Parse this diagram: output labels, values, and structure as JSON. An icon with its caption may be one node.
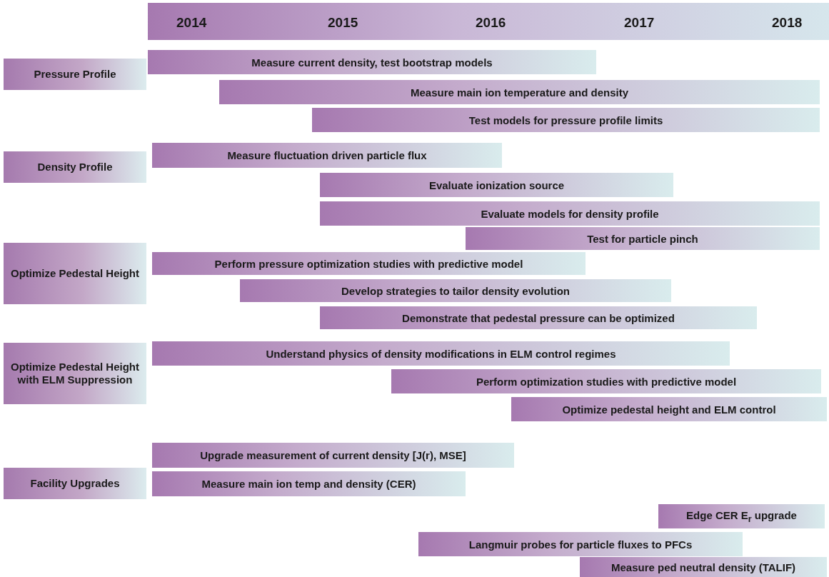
{
  "diagram": {
    "nodes": [
      {
        "text": [
          "Pressure Profile"
        ]
      },
      {
        "text": [
          "Measure current density, test bootstrap models"
        ]
      },
      {
        "text": [
          "Measure main ion temperature and density"
        ]
      },
      {
        "text": [
          "Test models for pressure profile limits"
        ]
      },
      {
        "text": [
          "Density Profile"
        ]
      },
      {
        "text": [
          "Measure fluctuation driven particle flux"
        ]
      },
      {
        "text": [
          "Evaluate ionization source"
        ]
      },
      {
        "text": [
          "Evaluate models for density profile"
        ]
      },
      {
        "text": [
          "Test for particle pinch"
        ]
      },
      {
        "text": [
          "Optimize Pedestal Height"
        ]
      },
      {
        "text": [
          "Perform pressure optimization studies with predictive model"
        ]
      },
      {
        "text": [
          "Develop strategies to tailor density evolution"
        ]
      },
      {
        "text": [
          "Demonstrate that pedestal pressure can be optimized"
        ]
      },
      {
        "text": [
          "Optimize Pedestal Height with ELM Suppression"
        ]
      },
      {
        "text": [
          "Understand physics of density modifications in ELM control regimes"
        ]
      },
      {
        "text": [
          "Perform optimization studies with predictive model"
        ]
      },
      {
        "text": [
          "Optimize pedestal height and ELM control"
        ]
      },
      {
        "text": [
          "Facility Upgrades"
        ]
      },
      {
        "text": [
          "Upgrade measurement of current density [J(r), MSE]"
        ]
      },
      {
        "text": [
          "Measure main ion temp and density (CER)"
        ]
      },
      {
        "text": [
          "Edge CER E$_{r}$ upgrade"
        ]
      },
      {
        "text": [
          "Langmuir probes for particle fluxes to PFCs"
        ]
      },
      {
        "text": [
          "Measure ped neutral density (TALIF)"
        ]
      }
    ],
    "labels": [
      "2014",
      "2015",
      "2016",
      "2017",
      "2018"
    ]
  }
}
